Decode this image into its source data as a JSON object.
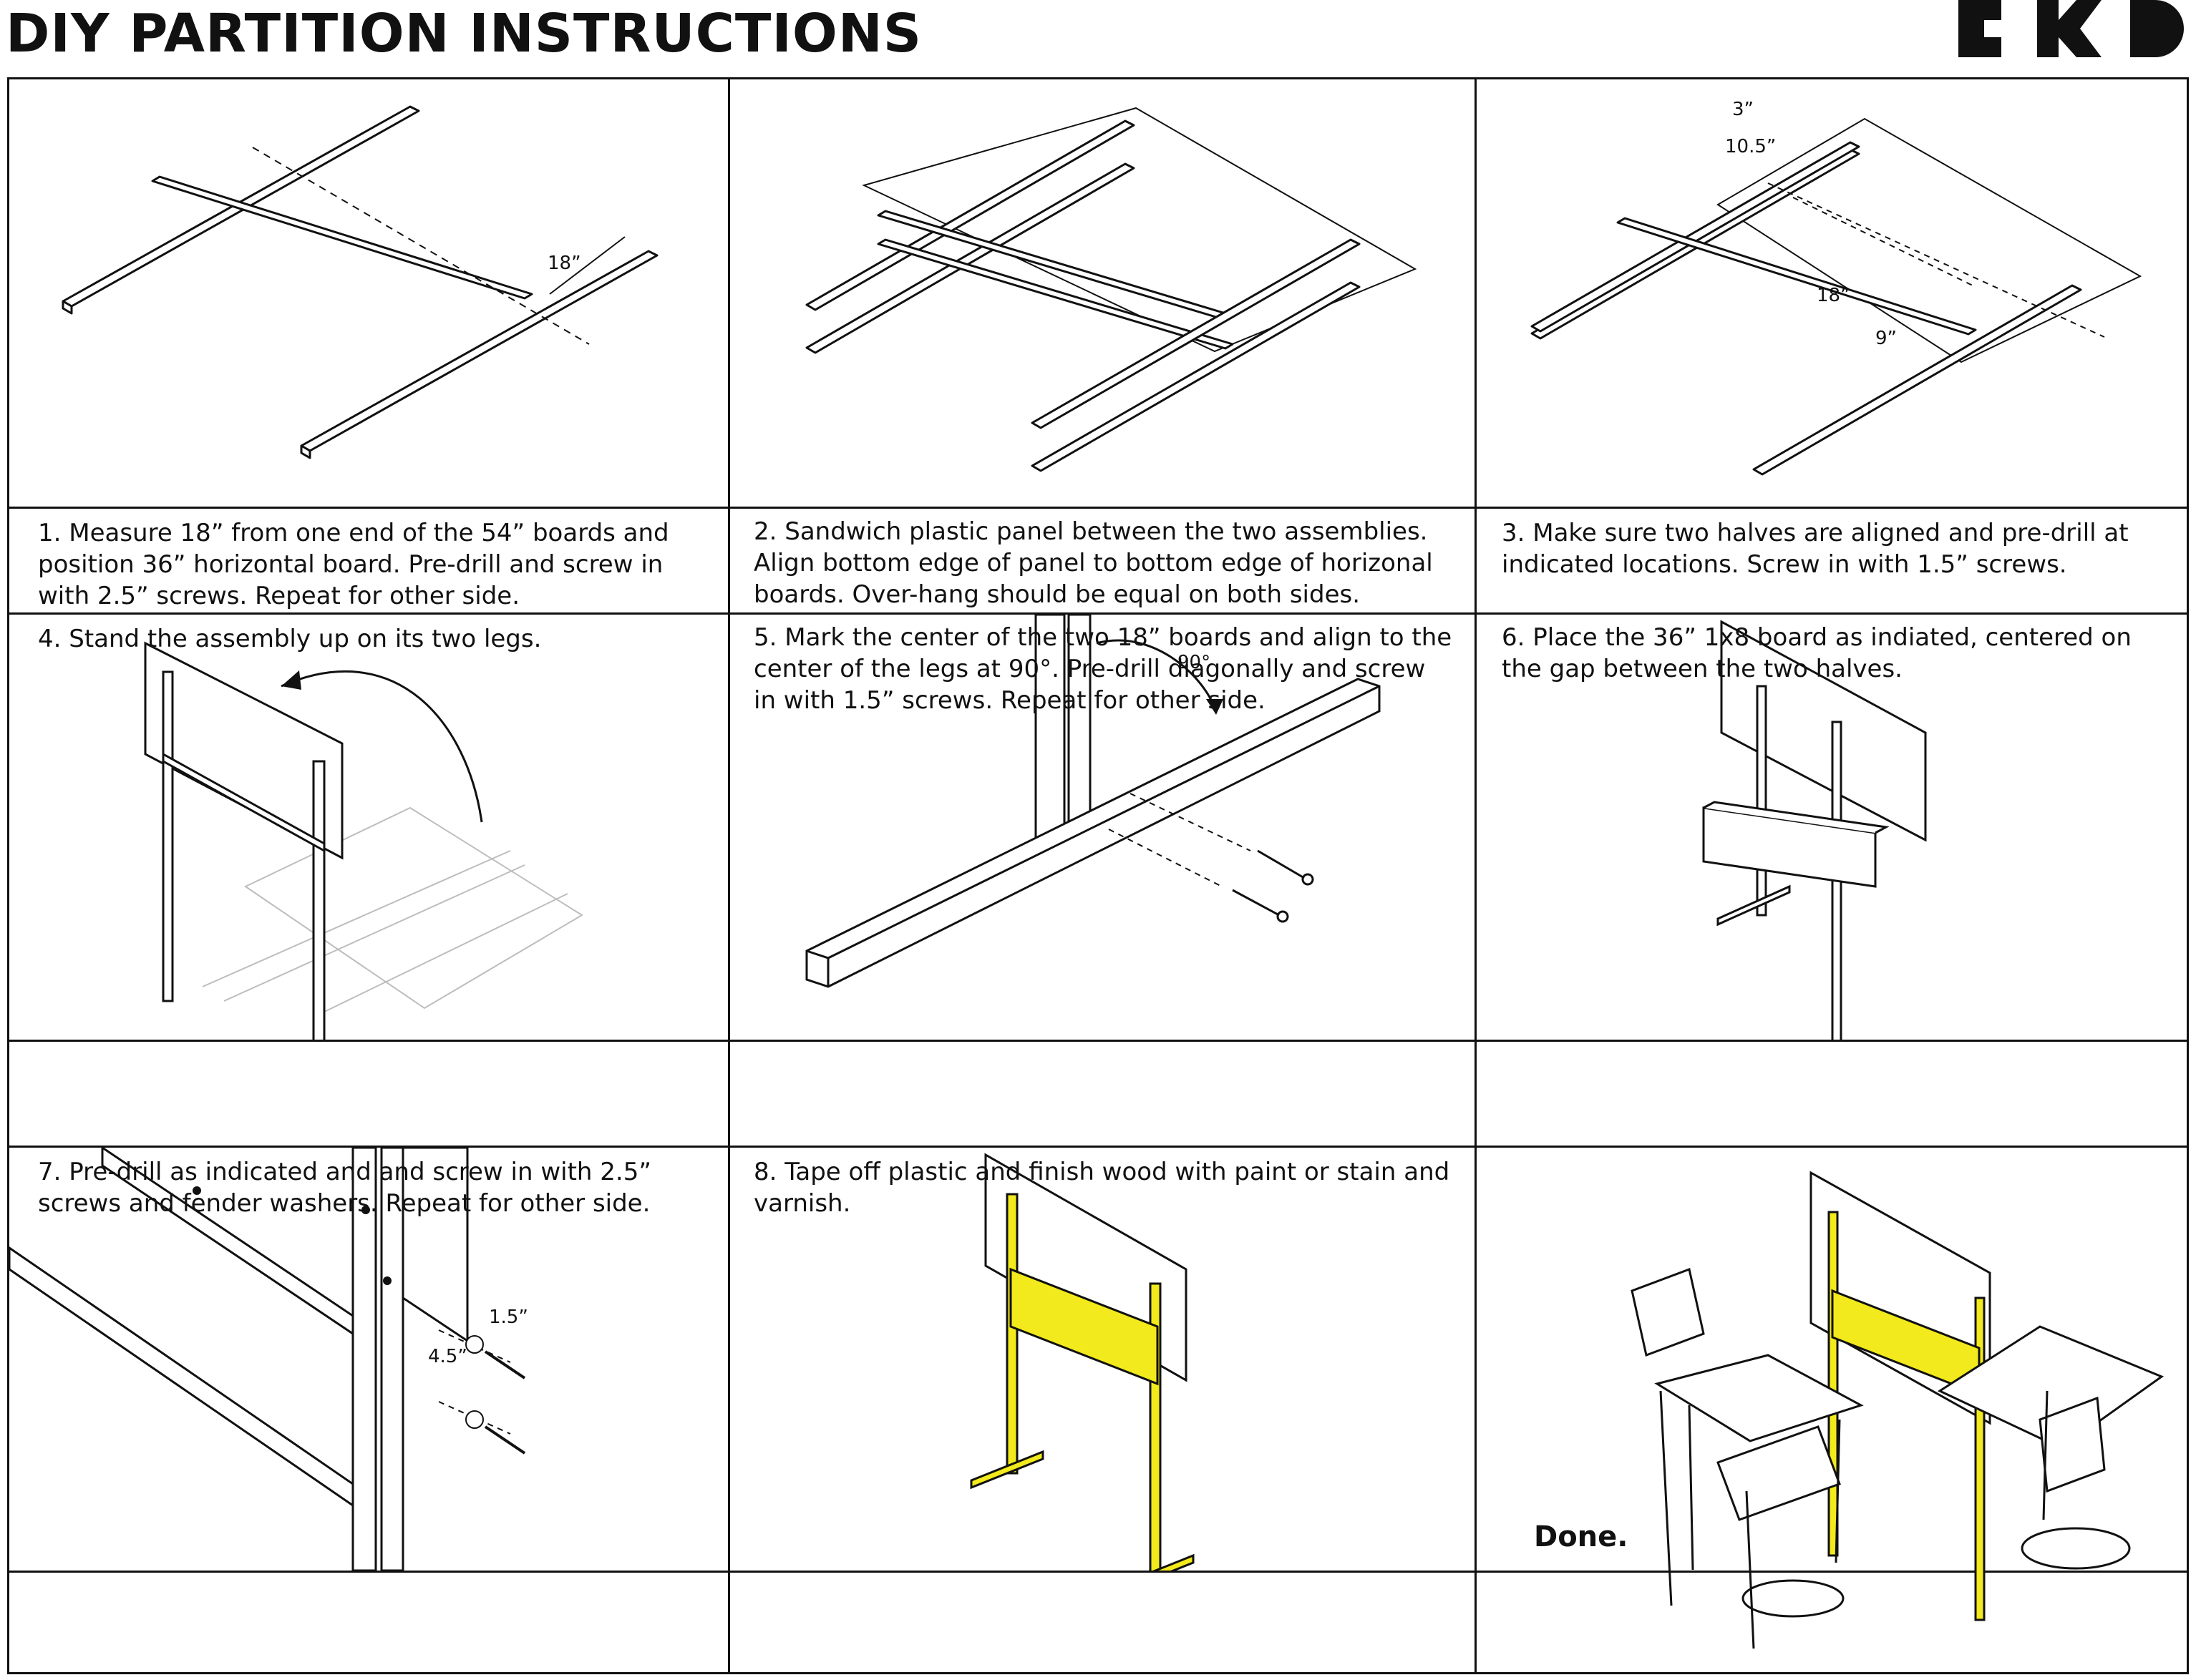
{
  "title": "DIY PARTITION INSTRUCTIONS",
  "steps": [
    {
      "caption": "1. Measure 18” from one end of the 54” boards and position 36” horizontal board. Pre-drill and screw in with 2.5” screws. Repeat for other side."
    },
    {
      "caption": "2. Sandwich plastic panel between the two assemblies. Align bottom edge of panel to bottom edge of horizonal boards. Over-hang should be equal on both sides."
    },
    {
      "caption": "3. Make sure two halves are aligned and pre-drill at indicated locations. Screw in with 1.5” screws."
    },
    {
      "caption": "4. Stand the assembly up on its two legs."
    },
    {
      "caption": "5. Mark the center of the two 18” boards and align to the center of the legs at 90°. Pre-drill diagonally and screw in with 1.5” screws. Repeat for other side."
    },
    {
      "caption": "6. Place the 36” 1x8 board as indiated, centered on the gap between the two halves."
    },
    {
      "caption": "7. Pre-drill as indicated and and screw in with 2.5” screws and fender washers. Repeat for other side."
    },
    {
      "caption": "8. Tape off plastic and finish wood with paint or stain and varnish."
    }
  ],
  "done": "Done.",
  "dimensions": {
    "step1": "18”",
    "step3_a": "3”",
    "step3_b": "10.5”",
    "step3_c": "18”",
    "step3_d": "9”",
    "step5": "90°",
    "step7_a": "1.5”",
    "step7_b": "4.5”"
  },
  "colors": {
    "line": "#111111",
    "accent": "#f2ea1c",
    "ghost": "#bdbdbd"
  }
}
